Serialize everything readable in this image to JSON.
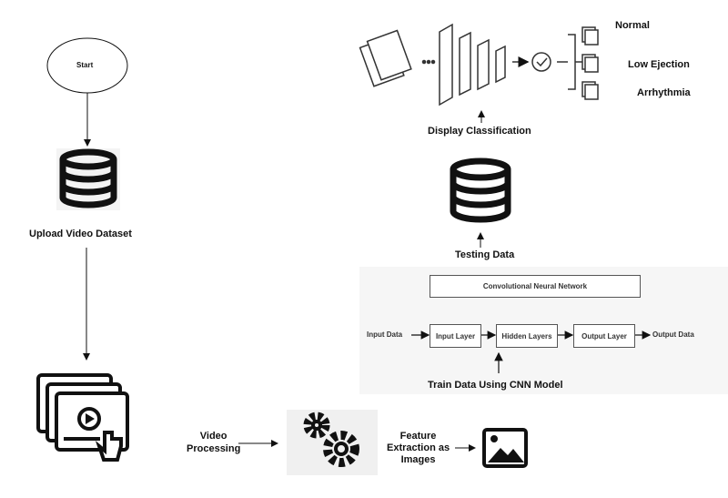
{
  "start": "Start",
  "upload": "Upload Video Dataset",
  "video_processing": [
    "Video",
    "Processing"
  ],
  "feature": [
    "Feature",
    "Extraction as",
    "Images"
  ],
  "classes": [
    "Normal",
    "Low Ejection",
    "Arrhythmia"
  ],
  "display": "Display Classification",
  "testing": "Testing Data",
  "cnn": {
    "title": "Convolutional Neural Network",
    "input_data": "Input Data",
    "input_layer": "Input Layer",
    "hidden_layers": "Hidden Layers",
    "output_layer": "Output Layer",
    "output_data": "Output Data"
  },
  "train": "Train Data Using CNN Model"
}
